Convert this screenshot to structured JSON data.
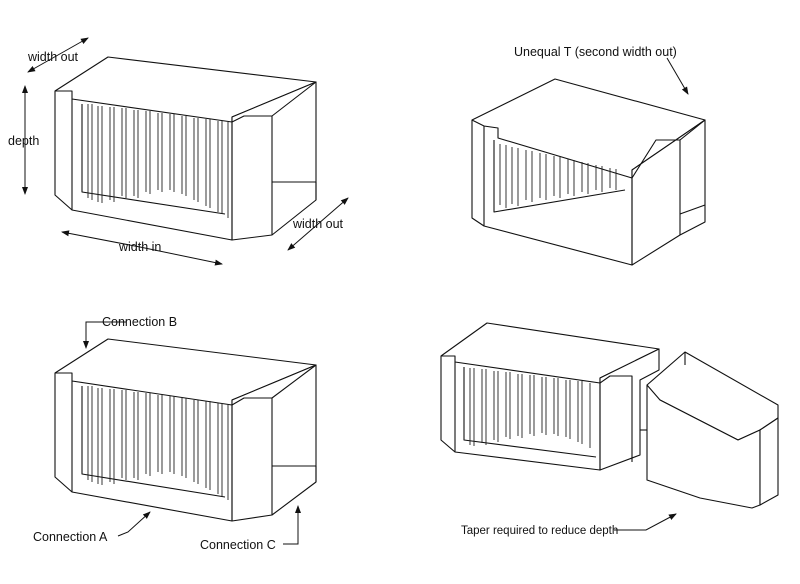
{
  "labels": {
    "width_out_top": "width out",
    "depth": "depth",
    "width_in": "width in",
    "width_out_side": "width out",
    "unequal_t": "Unequal T (second width out)",
    "connection_a": "Connection A",
    "connection_b": "Connection B",
    "connection_c": "Connection C",
    "taper": "Taper required to reduce depth"
  },
  "colors": {
    "line": "#111111",
    "background": "#ffffff"
  },
  "figures": [
    "equal-tee-dimensions",
    "unequal-tee",
    "equal-tee-connections",
    "tee-with-taper"
  ]
}
